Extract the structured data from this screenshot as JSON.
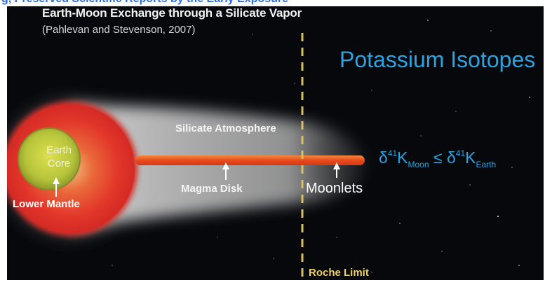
{
  "caption": "g, Preserved Scientific Reports by the Early Exposure",
  "title": "Earth-Moon Exchange through a Silicate Vapor",
  "citation": "(Pahlevan and Stevenson, 2007)",
  "heading": "Potassium Isotopes",
  "labels": {
    "core_line1": "Earth",
    "core_line2": "Core",
    "lower_mantle": "Lower Mantle",
    "silicate_atmosphere": "Silicate Atmosphere",
    "magma_disk": "Magma Disk",
    "moonlets": "Moonlets",
    "roche_limit": "Roche Limit"
  },
  "equation": {
    "delta_left": "δ",
    "sup_left": "41",
    "k_left": "K",
    "sub_left": "Moon",
    "relation": " ≤ ",
    "delta_right": "δ",
    "sup_right": "41",
    "k_right": "K",
    "sub_right": "Earth"
  },
  "colors": {
    "background": "#06080c",
    "accent_blue": "#2aa3e0",
    "disk_orange": "#e8501e",
    "mantle_red": "#e8322a",
    "core_yellow_green": "#b9c83a",
    "roche_line": "#d8c060"
  }
}
